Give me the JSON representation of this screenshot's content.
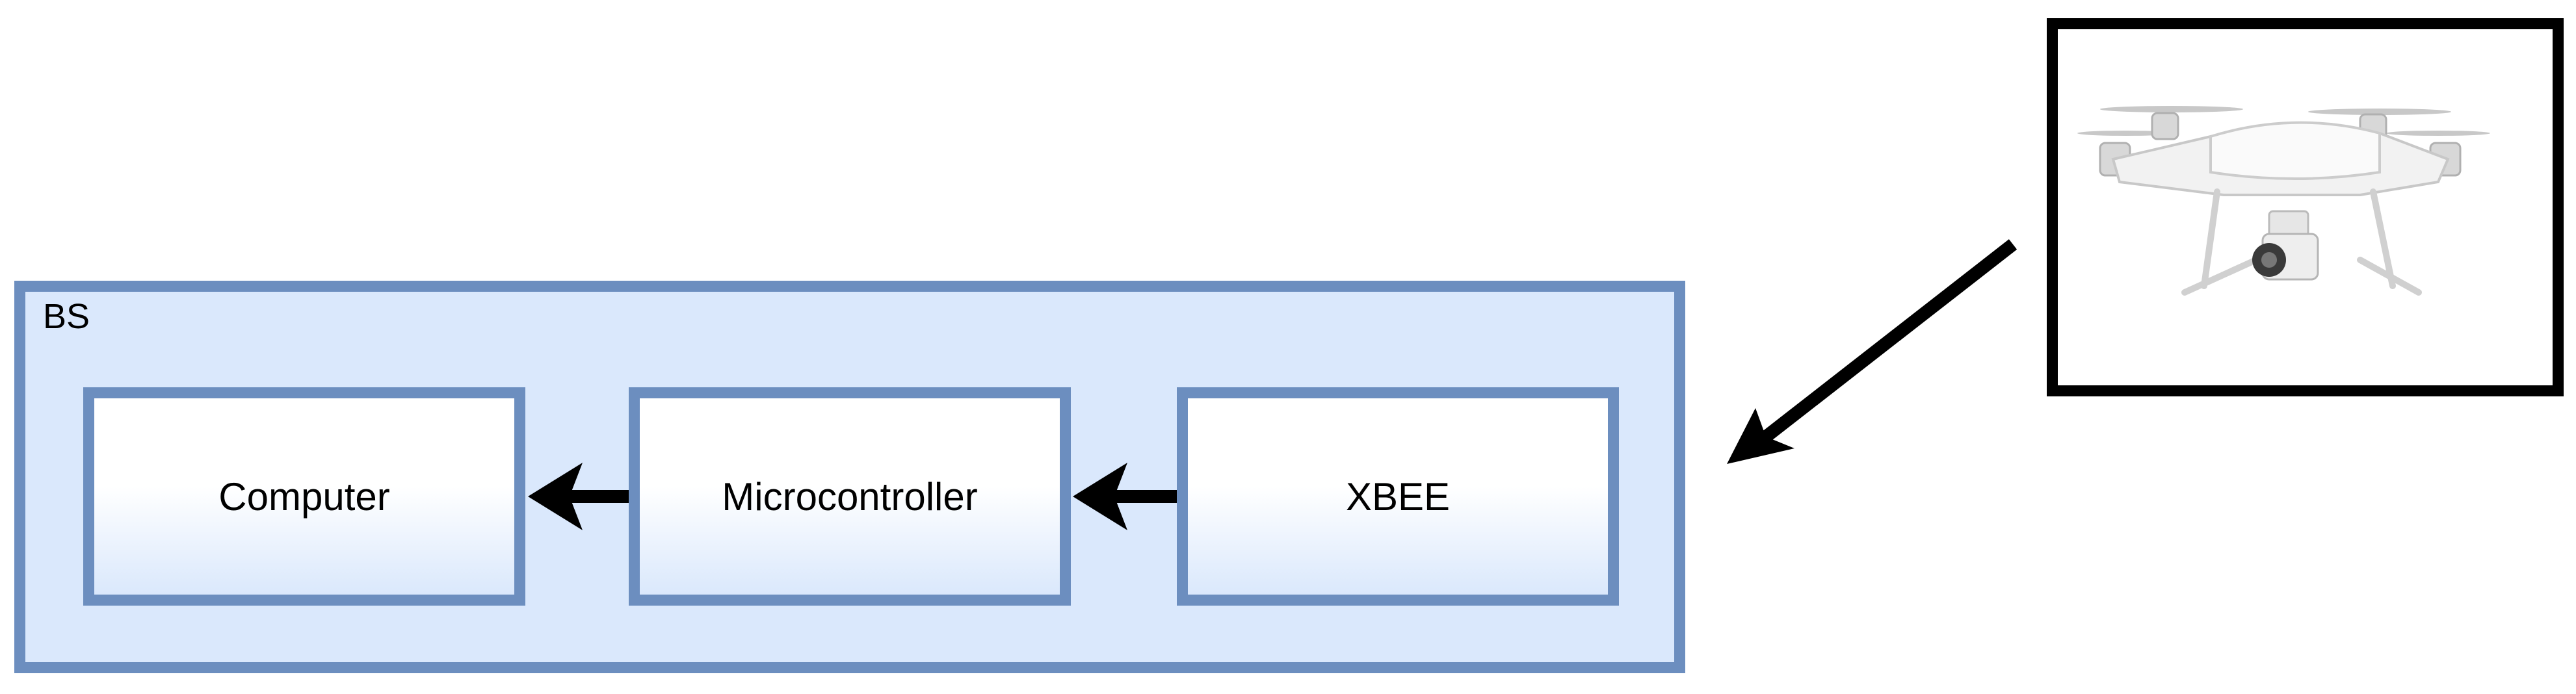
{
  "diagram": {
    "container": {
      "label": "BS"
    },
    "blocks": [
      {
        "id": "computer",
        "label": "Computer"
      },
      {
        "id": "microcontroller",
        "label": "Microcontroller"
      },
      {
        "id": "xbee",
        "label": "XBEE"
      }
    ],
    "drone_image": {
      "icon": "drone-icon"
    },
    "colors": {
      "container_fill": "#dae8fc",
      "block_border": "#6c8ebf",
      "arrow": "#000000",
      "frame_border": "#000000"
    }
  }
}
